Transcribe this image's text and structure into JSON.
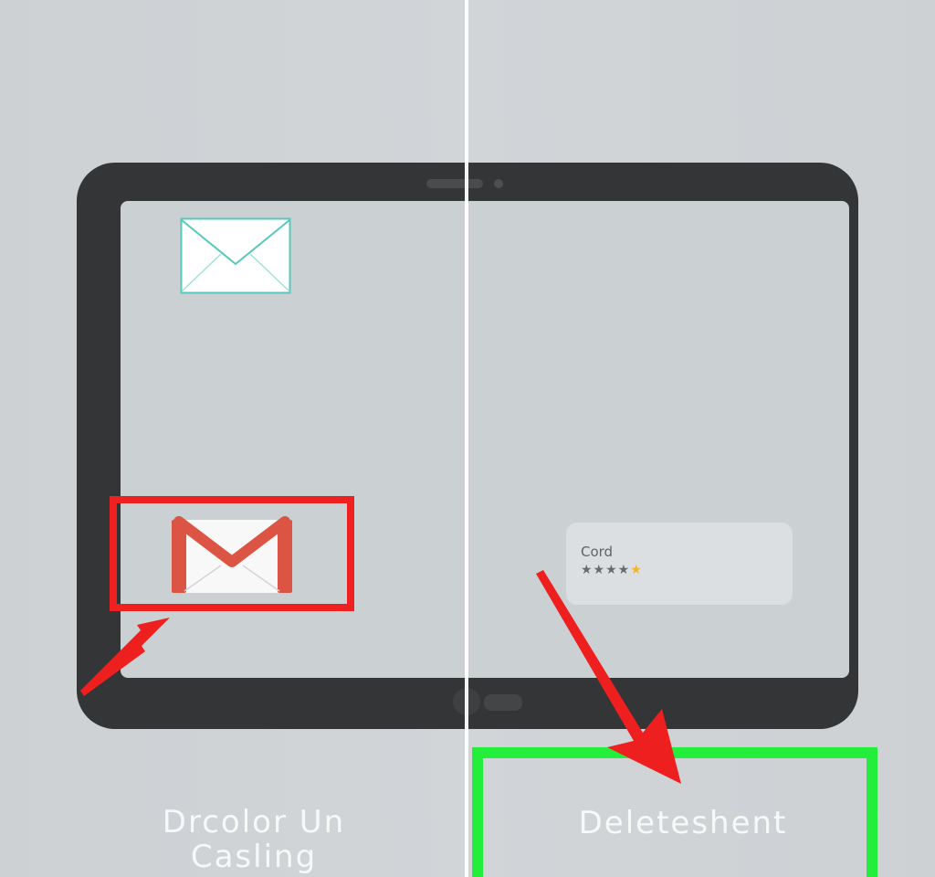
{
  "app": {
    "device": "tablet",
    "icons": {
      "top_mail": "mail-icon",
      "gmail": "gmail-icon"
    },
    "colors": {
      "accent_red": "#ee2020",
      "accent_green": "#23ee3b",
      "device_frame": "#343536"
    }
  },
  "left_panel": {
    "caption_line1": "Drcolor Un",
    "caption_line2": "Casling"
  },
  "right_panel": {
    "card_title": "Cord",
    "rating_dark_stars": "★★★★",
    "rating_gold_star": "★",
    "caption": "Deleteshent"
  }
}
